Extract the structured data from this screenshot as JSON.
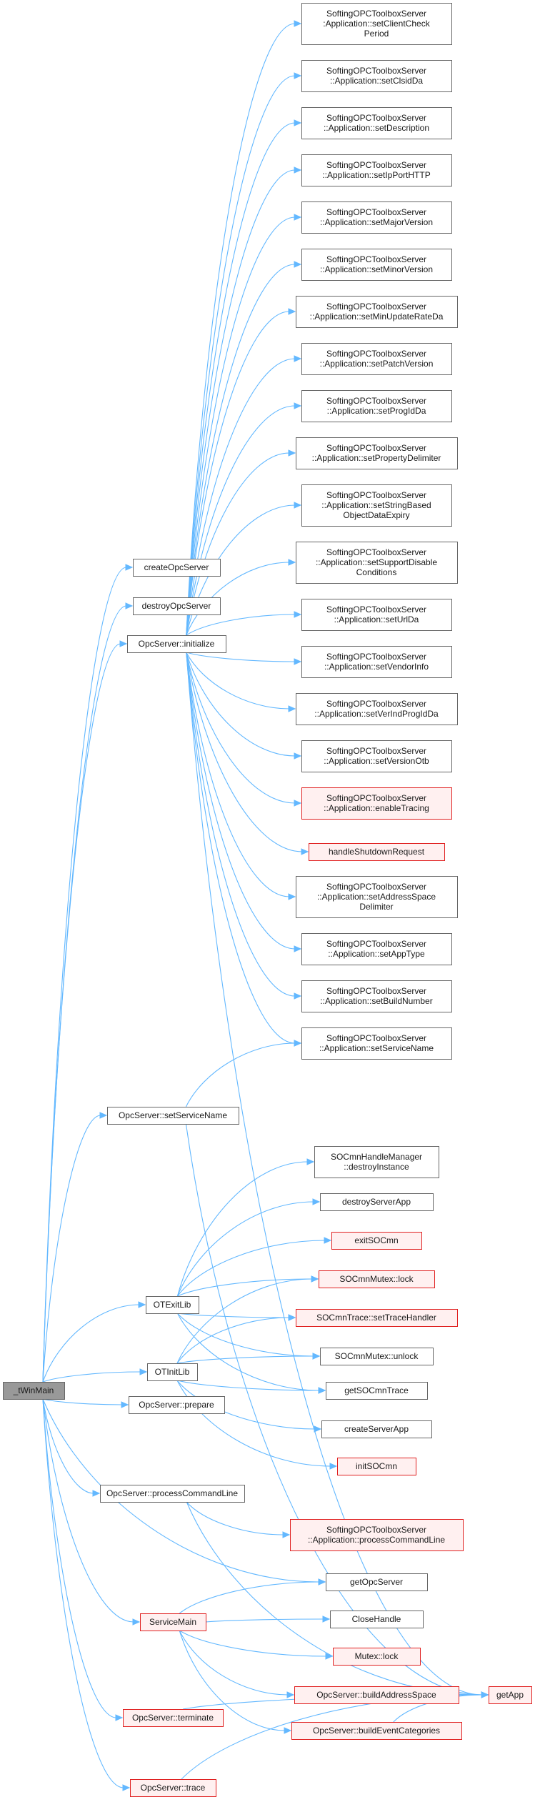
{
  "colors": {
    "edge": "#63b8ff",
    "node_border": "#666666",
    "node_fill": "#ffffff",
    "highlight_border": "#e02020",
    "highlight_fill": "#fff0f0",
    "root_fill": "#999999"
  },
  "nodes": [
    {
      "id": "root",
      "lines": [
        "_tWinMain"
      ],
      "style": "root"
    },
    {
      "id": "n_checkperiod",
      "lines": [
        "SoftingOPCToolboxServer",
        ":Application::setClientCheck",
        "Period"
      ],
      "style": "normal"
    },
    {
      "id": "n_clsid",
      "lines": [
        "SoftingOPCToolboxServer",
        "::Application::setClsidDa"
      ],
      "style": "normal"
    },
    {
      "id": "n_desc",
      "lines": [
        "SoftingOPCToolboxServer",
        "::Application::setDescription"
      ],
      "style": "normal"
    },
    {
      "id": "n_ipport",
      "lines": [
        "SoftingOPCToolboxServer",
        "::Application::setIpPortHTTP"
      ],
      "style": "normal"
    },
    {
      "id": "n_major",
      "lines": [
        "SoftingOPCToolboxServer",
        "::Application::setMajorVersion"
      ],
      "style": "normal"
    },
    {
      "id": "n_minor",
      "lines": [
        "SoftingOPCToolboxServer",
        "::Application::setMinorVersion"
      ],
      "style": "normal"
    },
    {
      "id": "n_minupd",
      "lines": [
        "SoftingOPCToolboxServer",
        "::Application::setMinUpdateRateDa"
      ],
      "style": "normal"
    },
    {
      "id": "n_patch",
      "lines": [
        "SoftingOPCToolboxServer",
        "::Application::setPatchVersion"
      ],
      "style": "normal"
    },
    {
      "id": "n_progid",
      "lines": [
        "SoftingOPCToolboxServer",
        "::Application::setProgIdDa"
      ],
      "style": "normal"
    },
    {
      "id": "n_propdelim",
      "lines": [
        "SoftingOPCToolboxServer",
        "::Application::setPropertyDelimiter"
      ],
      "style": "normal"
    },
    {
      "id": "n_strexpiry",
      "lines": [
        "SoftingOPCToolboxServer",
        "::Application::setStringBased",
        "ObjectDataExpiry"
      ],
      "style": "normal"
    },
    {
      "id": "n_suppdis",
      "lines": [
        "SoftingOPCToolboxServer",
        "::Application::setSupportDisable",
        "Conditions"
      ],
      "style": "normal"
    },
    {
      "id": "n_urlda",
      "lines": [
        "SoftingOPCToolboxServer",
        "::Application::setUrlDa"
      ],
      "style": "normal"
    },
    {
      "id": "n_vendor",
      "lines": [
        "SoftingOPCToolboxServer",
        "::Application::setVendorInfo"
      ],
      "style": "normal"
    },
    {
      "id": "n_verind",
      "lines": [
        "SoftingOPCToolboxServer",
        "::Application::setVerIndProgIdDa"
      ],
      "style": "normal"
    },
    {
      "id": "n_verotb",
      "lines": [
        "SoftingOPCToolboxServer",
        "::Application::setVersionOtb"
      ],
      "style": "normal"
    },
    {
      "id": "n_tracing",
      "lines": [
        "SoftingOPCToolboxServer",
        "::Application::enableTracing"
      ],
      "style": "red"
    },
    {
      "id": "n_shutdown",
      "lines": [
        "handleShutdownRequest"
      ],
      "style": "red"
    },
    {
      "id": "n_addrdelim",
      "lines": [
        "SoftingOPCToolboxServer",
        "::Application::setAddressSpace",
        "Delimiter"
      ],
      "style": "normal"
    },
    {
      "id": "n_apptype",
      "lines": [
        "SoftingOPCToolboxServer",
        "::Application::setAppType"
      ],
      "style": "normal"
    },
    {
      "id": "n_buildnum",
      "lines": [
        "SoftingOPCToolboxServer",
        "::Application::setBuildNumber"
      ],
      "style": "normal"
    },
    {
      "id": "n_svcname_app",
      "lines": [
        "SoftingOPCToolboxServer",
        "::Application::setServiceName"
      ],
      "style": "normal"
    },
    {
      "id": "n_create",
      "lines": [
        "createOpcServer"
      ],
      "style": "normal"
    },
    {
      "id": "n_destroy",
      "lines": [
        "destroyOpcServer"
      ],
      "style": "normal"
    },
    {
      "id": "n_init",
      "lines": [
        "OpcServer::initialize"
      ],
      "style": "normal"
    },
    {
      "id": "n_setsvc",
      "lines": [
        "OpcServer::setServiceName"
      ],
      "style": "normal"
    },
    {
      "id": "n_hmgr",
      "lines": [
        "SOCmnHandleManager",
        "::destroyInstance"
      ],
      "style": "normal"
    },
    {
      "id": "n_dsrvapp",
      "lines": [
        "destroyServerApp"
      ],
      "style": "normal"
    },
    {
      "id": "n_exitsoc",
      "lines": [
        "exitSOCmn"
      ],
      "style": "red"
    },
    {
      "id": "n_mlock",
      "lines": [
        "SOCmnMutex::lock"
      ],
      "style": "red"
    },
    {
      "id": "n_trhandler",
      "lines": [
        "SOCmnTrace::setTraceHandler"
      ],
      "style": "red"
    },
    {
      "id": "n_munlock",
      "lines": [
        "SOCmnMutex::unlock"
      ],
      "style": "normal"
    },
    {
      "id": "n_gettrace",
      "lines": [
        "getSOCmnTrace"
      ],
      "style": "normal"
    },
    {
      "id": "n_csrvapp",
      "lines": [
        "createServerApp"
      ],
      "style": "normal"
    },
    {
      "id": "n_initsoc",
      "lines": [
        "initSOCmn"
      ],
      "style": "red"
    },
    {
      "id": "n_otexit",
      "lines": [
        "OTExitLib"
      ],
      "style": "normal"
    },
    {
      "id": "n_otinit",
      "lines": [
        "OTInitLib"
      ],
      "style": "normal"
    },
    {
      "id": "n_prepare",
      "lines": [
        "OpcServer::prepare"
      ],
      "style": "normal"
    },
    {
      "id": "n_pcl",
      "lines": [
        "OpcServer::processCommandLine"
      ],
      "style": "normal"
    },
    {
      "id": "n_apcl",
      "lines": [
        "SoftingOPCToolboxServer",
        "::Application::processCommandLine"
      ],
      "style": "red"
    },
    {
      "id": "n_getopc",
      "lines": [
        "getOpcServer"
      ],
      "style": "normal"
    },
    {
      "id": "n_svcmain",
      "lines": [
        "ServiceMain"
      ],
      "style": "red"
    },
    {
      "id": "n_closeh",
      "lines": [
        "CloseHandle"
      ],
      "style": "normal"
    },
    {
      "id": "n_mutexlock",
      "lines": [
        "Mutex::lock"
      ],
      "style": "red"
    },
    {
      "id": "n_bas",
      "lines": [
        "OpcServer::buildAddressSpace"
      ],
      "style": "red"
    },
    {
      "id": "n_bec",
      "lines": [
        "OpcServer::buildEventCategories"
      ],
      "style": "red"
    },
    {
      "id": "n_getapp",
      "lines": [
        "getApp"
      ],
      "style": "red"
    },
    {
      "id": "n_terminate",
      "lines": [
        "OpcServer::terminate"
      ],
      "style": "red"
    },
    {
      "id": "n_trace",
      "lines": [
        "OpcServer::trace"
      ],
      "style": "red"
    }
  ],
  "edges": [
    [
      "root",
      "n_create"
    ],
    [
      "root",
      "n_destroy"
    ],
    [
      "root",
      "n_init"
    ],
    [
      "root",
      "n_setsvc"
    ],
    [
      "root",
      "n_otexit"
    ],
    [
      "root",
      "n_otinit"
    ],
    [
      "root",
      "n_prepare"
    ],
    [
      "root",
      "n_pcl"
    ],
    [
      "root",
      "n_getopc"
    ],
    [
      "root",
      "n_svcmain"
    ],
    [
      "root",
      "n_terminate"
    ],
    [
      "root",
      "n_trace"
    ],
    [
      "n_init",
      "n_checkperiod"
    ],
    [
      "n_init",
      "n_clsid"
    ],
    [
      "n_init",
      "n_desc"
    ],
    [
      "n_init",
      "n_ipport"
    ],
    [
      "n_init",
      "n_major"
    ],
    [
      "n_init",
      "n_minor"
    ],
    [
      "n_init",
      "n_minupd"
    ],
    [
      "n_init",
      "n_patch"
    ],
    [
      "n_init",
      "n_progid"
    ],
    [
      "n_init",
      "n_propdelim"
    ],
    [
      "n_init",
      "n_strexpiry"
    ],
    [
      "n_init",
      "n_suppdis"
    ],
    [
      "n_init",
      "n_urlda"
    ],
    [
      "n_init",
      "n_vendor"
    ],
    [
      "n_init",
      "n_verind"
    ],
    [
      "n_init",
      "n_verotb"
    ],
    [
      "n_init",
      "n_tracing"
    ],
    [
      "n_init",
      "n_shutdown"
    ],
    [
      "n_init",
      "n_addrdelim"
    ],
    [
      "n_init",
      "n_apptype"
    ],
    [
      "n_init",
      "n_buildnum"
    ],
    [
      "n_init",
      "n_svcname_app"
    ],
    [
      "n_init",
      "n_getapp"
    ],
    [
      "n_setsvc",
      "n_svcname_app"
    ],
    [
      "n_setsvc",
      "n_getapp"
    ],
    [
      "n_otexit",
      "n_hmgr"
    ],
    [
      "n_otexit",
      "n_dsrvapp"
    ],
    [
      "n_otexit",
      "n_exitsoc"
    ],
    [
      "n_otexit",
      "n_mlock"
    ],
    [
      "n_otexit",
      "n_trhandler"
    ],
    [
      "n_otexit",
      "n_munlock"
    ],
    [
      "n_otexit",
      "n_gettrace"
    ],
    [
      "n_otinit",
      "n_mlock"
    ],
    [
      "n_otinit",
      "n_trhandler"
    ],
    [
      "n_otinit",
      "n_munlock"
    ],
    [
      "n_otinit",
      "n_gettrace"
    ],
    [
      "n_otinit",
      "n_csrvapp"
    ],
    [
      "n_otinit",
      "n_initsoc"
    ],
    [
      "n_pcl",
      "n_apcl"
    ],
    [
      "n_pcl",
      "n_getapp"
    ],
    [
      "n_svcmain",
      "n_getopc"
    ],
    [
      "n_svcmain",
      "n_closeh"
    ],
    [
      "n_svcmain",
      "n_mutexlock"
    ],
    [
      "n_svcmain",
      "n_bas"
    ],
    [
      "n_svcmain",
      "n_bec"
    ],
    [
      "n_bas",
      "n_getapp"
    ],
    [
      "n_bec",
      "n_getapp"
    ],
    [
      "n_terminate",
      "n_getapp"
    ],
    [
      "n_trace",
      "n_getapp"
    ]
  ]
}
